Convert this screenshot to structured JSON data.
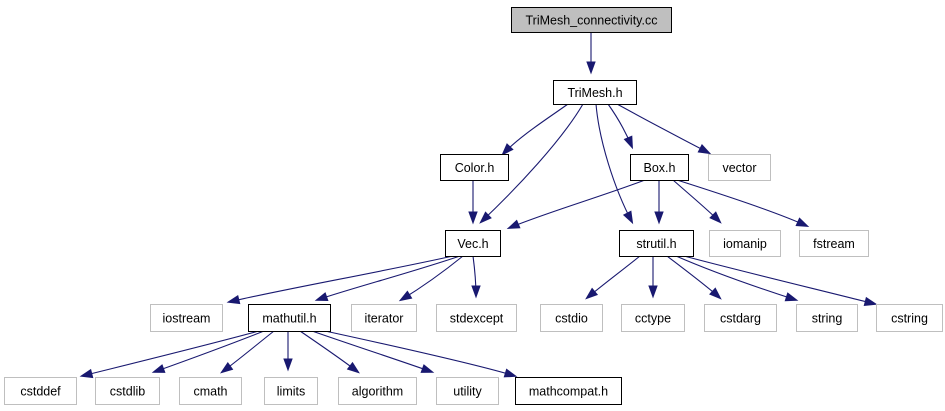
{
  "colors": {
    "edge": "#191970",
    "root_fill": "#bfbfbf",
    "documented_border": "#000000",
    "external_border": "#bfbfbf",
    "node_fill": "#ffffff"
  },
  "graph": {
    "nodes": [
      {
        "id": "root",
        "label": "TriMesh_connectivity.cc",
        "kind": "root"
      },
      {
        "id": "trimesh",
        "label": "TriMesh.h",
        "kind": "documented"
      },
      {
        "id": "color",
        "label": "Color.h",
        "kind": "documented"
      },
      {
        "id": "box",
        "label": "Box.h",
        "kind": "documented"
      },
      {
        "id": "vector",
        "label": "vector",
        "kind": "external"
      },
      {
        "id": "vec",
        "label": "Vec.h",
        "kind": "documented"
      },
      {
        "id": "strutil",
        "label": "strutil.h",
        "kind": "documented"
      },
      {
        "id": "iomanip",
        "label": "iomanip",
        "kind": "external"
      },
      {
        "id": "fstream",
        "label": "fstream",
        "kind": "external"
      },
      {
        "id": "iostream",
        "label": "iostream",
        "kind": "external"
      },
      {
        "id": "mathutil",
        "label": "mathutil.h",
        "kind": "documented"
      },
      {
        "id": "iterator",
        "label": "iterator",
        "kind": "external"
      },
      {
        "id": "stdexcept",
        "label": "stdexcept",
        "kind": "external"
      },
      {
        "id": "cstdio",
        "label": "cstdio",
        "kind": "external"
      },
      {
        "id": "cctype",
        "label": "cctype",
        "kind": "external"
      },
      {
        "id": "cstdarg",
        "label": "cstdarg",
        "kind": "external"
      },
      {
        "id": "string",
        "label": "string",
        "kind": "external"
      },
      {
        "id": "cstring",
        "label": "cstring",
        "kind": "external"
      },
      {
        "id": "cstddef",
        "label": "cstddef",
        "kind": "external"
      },
      {
        "id": "cstdlib",
        "label": "cstdlib",
        "kind": "external"
      },
      {
        "id": "cmath",
        "label": "cmath",
        "kind": "external"
      },
      {
        "id": "limits",
        "label": "limits",
        "kind": "external"
      },
      {
        "id": "algorithm",
        "label": "algorithm",
        "kind": "external"
      },
      {
        "id": "utility",
        "label": "utility",
        "kind": "external"
      },
      {
        "id": "mathcompat",
        "label": "mathcompat.h",
        "kind": "documented"
      }
    ],
    "edges": [
      {
        "from": "root",
        "to": "trimesh"
      },
      {
        "from": "trimesh",
        "to": "color"
      },
      {
        "from": "trimesh",
        "to": "vec"
      },
      {
        "from": "trimesh",
        "to": "strutil"
      },
      {
        "from": "trimesh",
        "to": "box"
      },
      {
        "from": "trimesh",
        "to": "vector"
      },
      {
        "from": "color",
        "to": "vec"
      },
      {
        "from": "box",
        "to": "vec"
      },
      {
        "from": "box",
        "to": "strutil"
      },
      {
        "from": "box",
        "to": "iomanip"
      },
      {
        "from": "box",
        "to": "fstream"
      },
      {
        "from": "vec",
        "to": "iostream"
      },
      {
        "from": "vec",
        "to": "mathutil"
      },
      {
        "from": "vec",
        "to": "iterator"
      },
      {
        "from": "vec",
        "to": "stdexcept"
      },
      {
        "from": "strutil",
        "to": "cstdio"
      },
      {
        "from": "strutil",
        "to": "cctype"
      },
      {
        "from": "strutil",
        "to": "cstdarg"
      },
      {
        "from": "strutil",
        "to": "string"
      },
      {
        "from": "strutil",
        "to": "cstring"
      },
      {
        "from": "mathutil",
        "to": "cstddef"
      },
      {
        "from": "mathutil",
        "to": "cstdlib"
      },
      {
        "from": "mathutil",
        "to": "cmath"
      },
      {
        "from": "mathutil",
        "to": "limits"
      },
      {
        "from": "mathutil",
        "to": "algorithm"
      },
      {
        "from": "mathutil",
        "to": "utility"
      },
      {
        "from": "mathutil",
        "to": "mathcompat"
      }
    ]
  }
}
